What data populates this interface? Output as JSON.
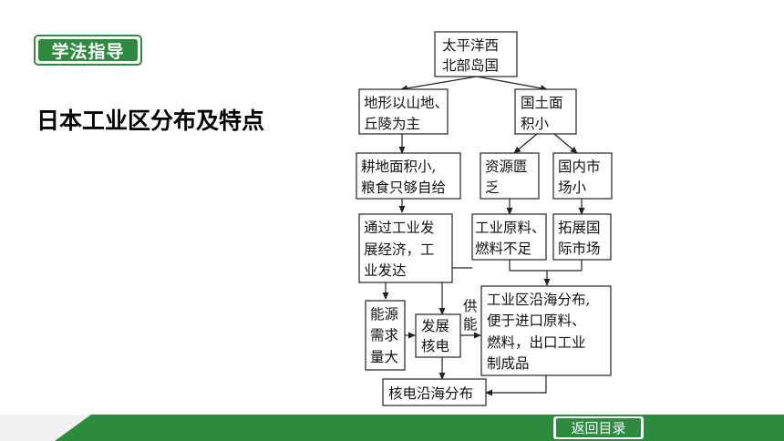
{
  "badge": {
    "label": "学法指导"
  },
  "heading": "日本工业区分布及特点",
  "diagram": {
    "nodes": {
      "root": [
        "太平洋西",
        "北部岛国"
      ],
      "terrain": [
        "地形以山地、",
        "丘陵为主"
      ],
      "territory": [
        "国土面",
        "积小"
      ],
      "farmland": [
        "耕地面积小,",
        "粮食只够自给"
      ],
      "resources": [
        "资源匮",
        "乏"
      ],
      "market": [
        "国内市",
        "场小"
      ],
      "industry_dev": [
        "通过工业发",
        "展经济，工",
        "业发达"
      ],
      "raw_materials": [
        "工业原料、",
        "燃料不足"
      ],
      "expand_market": [
        "拓展国",
        "际市场"
      ],
      "energy": [
        "能源",
        "需求",
        "量大"
      ],
      "nuclear": [
        "发展",
        "核电"
      ],
      "coastal_industry": [
        "工业区沿海分布,",
        "便于进口原料、",
        "燃料，出口工业",
        "制成品"
      ],
      "nuclear_coast": [
        "核电沿海分布"
      ]
    },
    "edge_label": [
      "供",
      "能"
    ]
  },
  "footer": {
    "back_label": "返回目录"
  }
}
